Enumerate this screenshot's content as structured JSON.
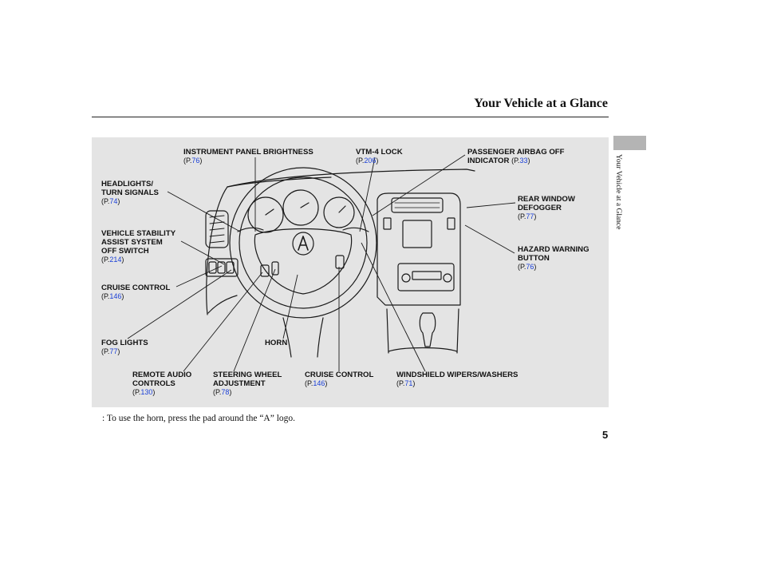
{
  "header": {
    "title": "Your Vehicle at a Glance"
  },
  "side_tab": {
    "text": "Your Vehicle at a Glance"
  },
  "callouts": [
    {
      "id": "instrument-panel-brightness",
      "lines": [
        "INSTRUMENT PANEL BRIGHTNESS"
      ],
      "page": "76"
    },
    {
      "id": "vtm4-lock",
      "lines": [
        "VTM-4 LOCK"
      ],
      "page": "206"
    },
    {
      "id": "passenger-airbag-off",
      "lines": [
        "PASSENGER AIRBAG OFF",
        "INDICATOR"
      ],
      "page": "33"
    },
    {
      "id": "headlights",
      "lines": [
        "HEADLIGHTS/",
        "TURN SIGNALS"
      ],
      "page": "74"
    },
    {
      "id": "rear-window-defogger",
      "lines": [
        "REAR WINDOW",
        "DEFOGGER"
      ],
      "page": "77"
    },
    {
      "id": "vsa-off",
      "lines": [
        "VEHICLE STABILITY",
        "ASSIST SYSTEM",
        "OFF SWITCH"
      ],
      "page": "214"
    },
    {
      "id": "hazard-warning",
      "lines": [
        "HAZARD WARNING",
        "BUTTON"
      ],
      "page": "76"
    },
    {
      "id": "cruise-control-left",
      "lines": [
        "CRUISE CONTROL"
      ],
      "page": "146"
    },
    {
      "id": "fog-lights",
      "lines": [
        "FOG LIGHTS"
      ],
      "page": "77"
    },
    {
      "id": "horn",
      "lines": [
        "HORN"
      ],
      "page": ""
    },
    {
      "id": "remote-audio",
      "lines": [
        "REMOTE AUDIO",
        "CONTROLS"
      ],
      "page": "130"
    },
    {
      "id": "steering-wheel-adjustment",
      "lines": [
        "STEERING WHEEL",
        "ADJUSTMENT"
      ],
      "page": "78"
    },
    {
      "id": "cruise-control-bottom",
      "lines": [
        "CRUISE CONTROL"
      ],
      "page": "146"
    },
    {
      "id": "windshield-wipers",
      "lines": [
        "WINDSHIELD WIPERS/WASHERS"
      ],
      "page": "71"
    }
  ],
  "ref_prefix": "(P.",
  "ref_suffix": ")",
  "footnote": ":  To use the horn, press the pad around the “A” logo.",
  "page_number": "5",
  "colors": {
    "page_link": "#1a3fd6",
    "panel_bg": "#e4e4e4",
    "side_tab": "#b4b4b4"
  }
}
